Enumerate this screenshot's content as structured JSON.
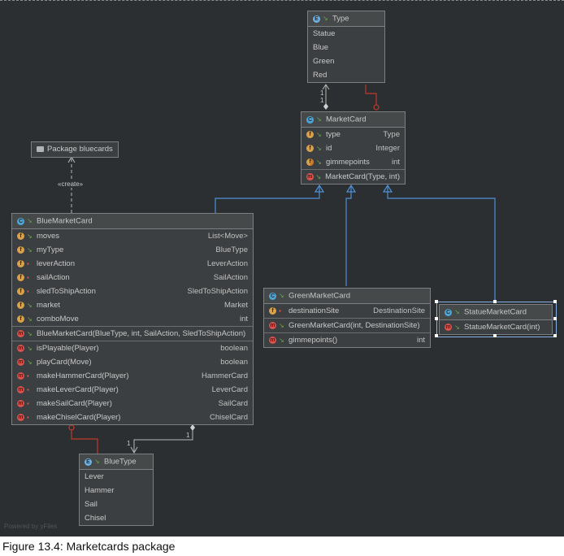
{
  "caption": "Figure 13.4: Marketcards package",
  "watermark": "Powered by yFiles",
  "package_node": {
    "label": "Package bluecards"
  },
  "create_label": "«create»",
  "classes": {
    "type": {
      "name": "Type",
      "kind": "enum",
      "values": [
        "Statue",
        "Blue",
        "Green",
        "Red"
      ]
    },
    "market_card": {
      "name": "MarketCard",
      "fields": [
        {
          "name": "type",
          "type": "Type",
          "icon": "field"
        },
        {
          "name": "id",
          "type": "Integer",
          "icon": "field"
        },
        {
          "name": "gimmepoints",
          "type": "int",
          "icon": "field-static"
        }
      ],
      "methods": [
        {
          "name": "MarketCard(Type, int)",
          "type": ""
        }
      ]
    },
    "blue_market_card": {
      "name": "BlueMarketCard",
      "fields": [
        {
          "name": "moves",
          "type": "List<Move>",
          "icon": "field",
          "visibility": "public"
        },
        {
          "name": "myType",
          "type": "BlueType",
          "icon": "field",
          "visibility": "public"
        },
        {
          "name": "leverAction",
          "type": "LeverAction",
          "icon": "field",
          "visibility": "private"
        },
        {
          "name": "sailAction",
          "type": "SailAction",
          "icon": "field",
          "visibility": "private"
        },
        {
          "name": "sledToShipAction",
          "type": "SledToShipAction",
          "icon": "field",
          "visibility": "private"
        },
        {
          "name": "market",
          "type": "Market",
          "icon": "field",
          "visibility": "public"
        },
        {
          "name": "comboMove",
          "type": "int",
          "icon": "field",
          "visibility": "public"
        }
      ],
      "constructors": [
        {
          "name": "BlueMarketCard(BlueType, int, SailAction, SledToShipAction)",
          "type": ""
        }
      ],
      "methods": [
        {
          "name": "isPlayable(Player)",
          "type": "boolean",
          "visibility": "public"
        },
        {
          "name": "playCard(Move)",
          "type": "boolean",
          "visibility": "public"
        },
        {
          "name": "makeHammerCard(Player)",
          "type": "HammerCard",
          "visibility": "private"
        },
        {
          "name": "makeLeverCard(Player)",
          "type": "LeverCard",
          "visibility": "private"
        },
        {
          "name": "makeSailCard(Player)",
          "type": "SailCard",
          "visibility": "private"
        },
        {
          "name": "makeChiselCard(Player)",
          "type": "ChiselCard",
          "visibility": "private"
        }
      ]
    },
    "green_market_card": {
      "name": "GreenMarketCard",
      "fields": [
        {
          "name": "destinationSite",
          "type": "DestinationSite",
          "icon": "field",
          "visibility": "private"
        }
      ],
      "constructors": [
        {
          "name": "GreenMarketCard(int, DestinationSite)",
          "type": ""
        }
      ],
      "methods": [
        {
          "name": "gimmepoints()",
          "type": "int",
          "visibility": "public"
        }
      ]
    },
    "statue_market_card": {
      "name": "StatueMarketCard",
      "constructors": [
        {
          "name": "StatueMarketCard(int)",
          "type": ""
        }
      ]
    },
    "blue_type": {
      "name": "BlueType",
      "kind": "enum",
      "values": [
        "Lever",
        "Hammer",
        "Sail",
        "Chisel"
      ]
    }
  },
  "multiplicities": {
    "type_to_marketcard_a": "1",
    "type_to_marketcard_b": "1",
    "bluetype_left": "1",
    "bluetype_right": "1"
  },
  "colors": {
    "background": "#2b2f31",
    "inheritance": "#4f8fd6",
    "composition": "#c0392b",
    "association": "#b8b8b8"
  }
}
